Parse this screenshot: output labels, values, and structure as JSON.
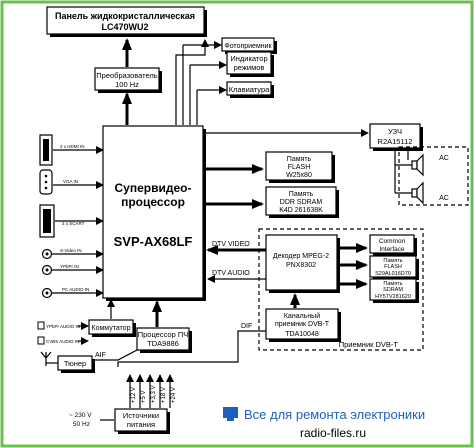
{
  "panel": {
    "line1": "Панель жидкокристаллическая",
    "line2": "LC470WU2"
  },
  "converter": {
    "line1": "Преобразователь",
    "line2": "100 Hz"
  },
  "photo_receiver": "Фотоприемник",
  "mode_indicator": {
    "line1": "Индикатор",
    "line2": "режимов"
  },
  "keyboard": "Клавиатура",
  "processor": {
    "line1": "Супервидео-",
    "line2": "процессор",
    "line3": "SVP-AX68LF"
  },
  "inputs": {
    "hdmi": "2 x HDMI IN",
    "vga": "VGA IN",
    "scart": "2 x SCART",
    "svideo": "S-Video IN",
    "ypbpr": "YPbPr IN",
    "pc_audio": "PC AUDIO IN",
    "ypbpr_audio": "YPbPr AUDIO IN",
    "cvbs_audio": "CVBS AUDIO IN"
  },
  "umzch": {
    "line1": "УЗЧ",
    "line2": "R2A15112"
  },
  "speakers": [
    "AC",
    "AC"
  ],
  "flash": {
    "line1": "Память",
    "line2": "FLASH",
    "line3": "W25x80"
  },
  "ddr": {
    "line1": "Память",
    "line2": "DDR SDRAM",
    "line3": "K4D 261638K"
  },
  "signals": {
    "dtv_video": "DTV VIDEO",
    "dtv_audio": "DTV AUDIO",
    "dif": "DIF",
    "aif": "AIF"
  },
  "decoder": {
    "line1": "Декодер MPEG-2",
    "line2": "PNX8302"
  },
  "common_interface": {
    "line1": "Common",
    "line2": "Interface"
  },
  "dvb_flash": {
    "line1": "Память",
    "line2": "FLASH",
    "line3": "S29AL016D70"
  },
  "dvb_sdram": {
    "line1": "Память",
    "line2": "SDRAM",
    "line3": "HY57V281620"
  },
  "channel_receiver": {
    "line1": "Канальный",
    "line2": "приемник DVB-T",
    "line3": "TDA10048"
  },
  "dvbt_receiver": "Приемник DVB-T",
  "commutator": "Коммутатор",
  "sound_proc": {
    "line1": "Процессор ПЧ",
    "line2": "TDA9886"
  },
  "tuner": "Тюнер",
  "voltages": [
    "+12 V",
    "+5 V",
    "+3,3 V",
    "+18 V",
    "+24 V"
  ],
  "mains": {
    "line1": "~ 230 V",
    "line2": "50 Hz"
  },
  "power": {
    "line1": "Источники",
    "line2": "питания"
  },
  "watermark": {
    "line1": "Все для ремонта электроники",
    "line2": "radio-files.ru"
  },
  "colors": {
    "border": "#6abf4b",
    "ink": "#000000",
    "watermark_blue": "#1f5fbf"
  }
}
